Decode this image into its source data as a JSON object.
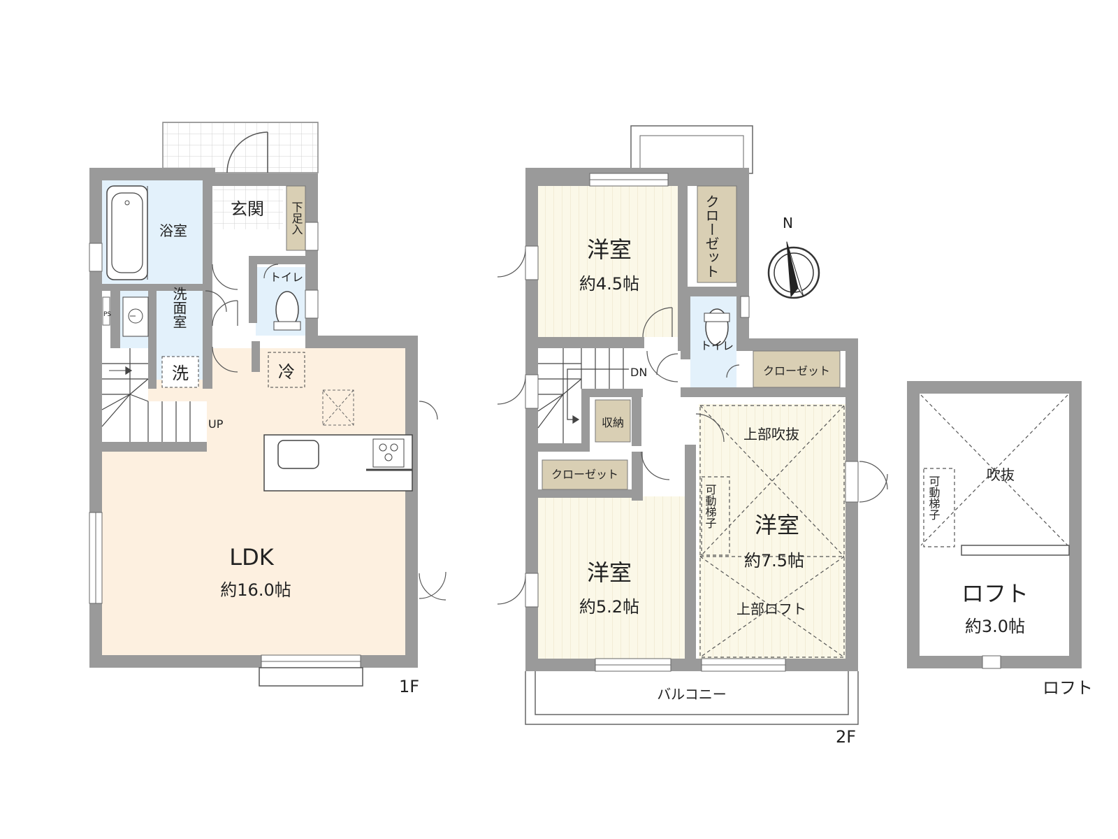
{
  "floor1": {
    "label": "1F",
    "ldk": {
      "name": "LDK",
      "size": "約16.0帖"
    },
    "entrance": "玄関",
    "shoe_storage": "下足入",
    "bath": "浴室",
    "washroom": "洗面室",
    "washer": "洗",
    "toilet": "トイレ",
    "fridge": "冷",
    "stairs": "UP",
    "ps": "PS"
  },
  "floor2": {
    "label": "2F",
    "room_north": {
      "name": "洋室",
      "size": "約4.5帖"
    },
    "room_sw": {
      "name": "洋室",
      "size": "約5.2帖"
    },
    "room_se": {
      "name": "洋室",
      "size": "約7.5帖"
    },
    "closet_north": "クローゼット",
    "closet_center": "クローゼット",
    "closet_west": "クローゼット",
    "storage": "収納",
    "toilet": "トイレ",
    "stairs": "DN",
    "upper_void": "上部吹抜",
    "upper_loft": "上部ロフト",
    "ladder": "可動梯子",
    "balcony": "バルコニー"
  },
  "loft": {
    "label": "ロフト",
    "name": "ロフト",
    "size": "約3.0帖",
    "void": "吹抜",
    "ladder": "可動梯子"
  },
  "compass": {
    "north": "N"
  },
  "colors": {
    "ldk_floor": "#fdf0e0",
    "bedroom_floor": "#fbf8e8",
    "wet_area": "#e3f1fb",
    "closet": "#d9cfb4",
    "wall": "#9a9a9a"
  }
}
